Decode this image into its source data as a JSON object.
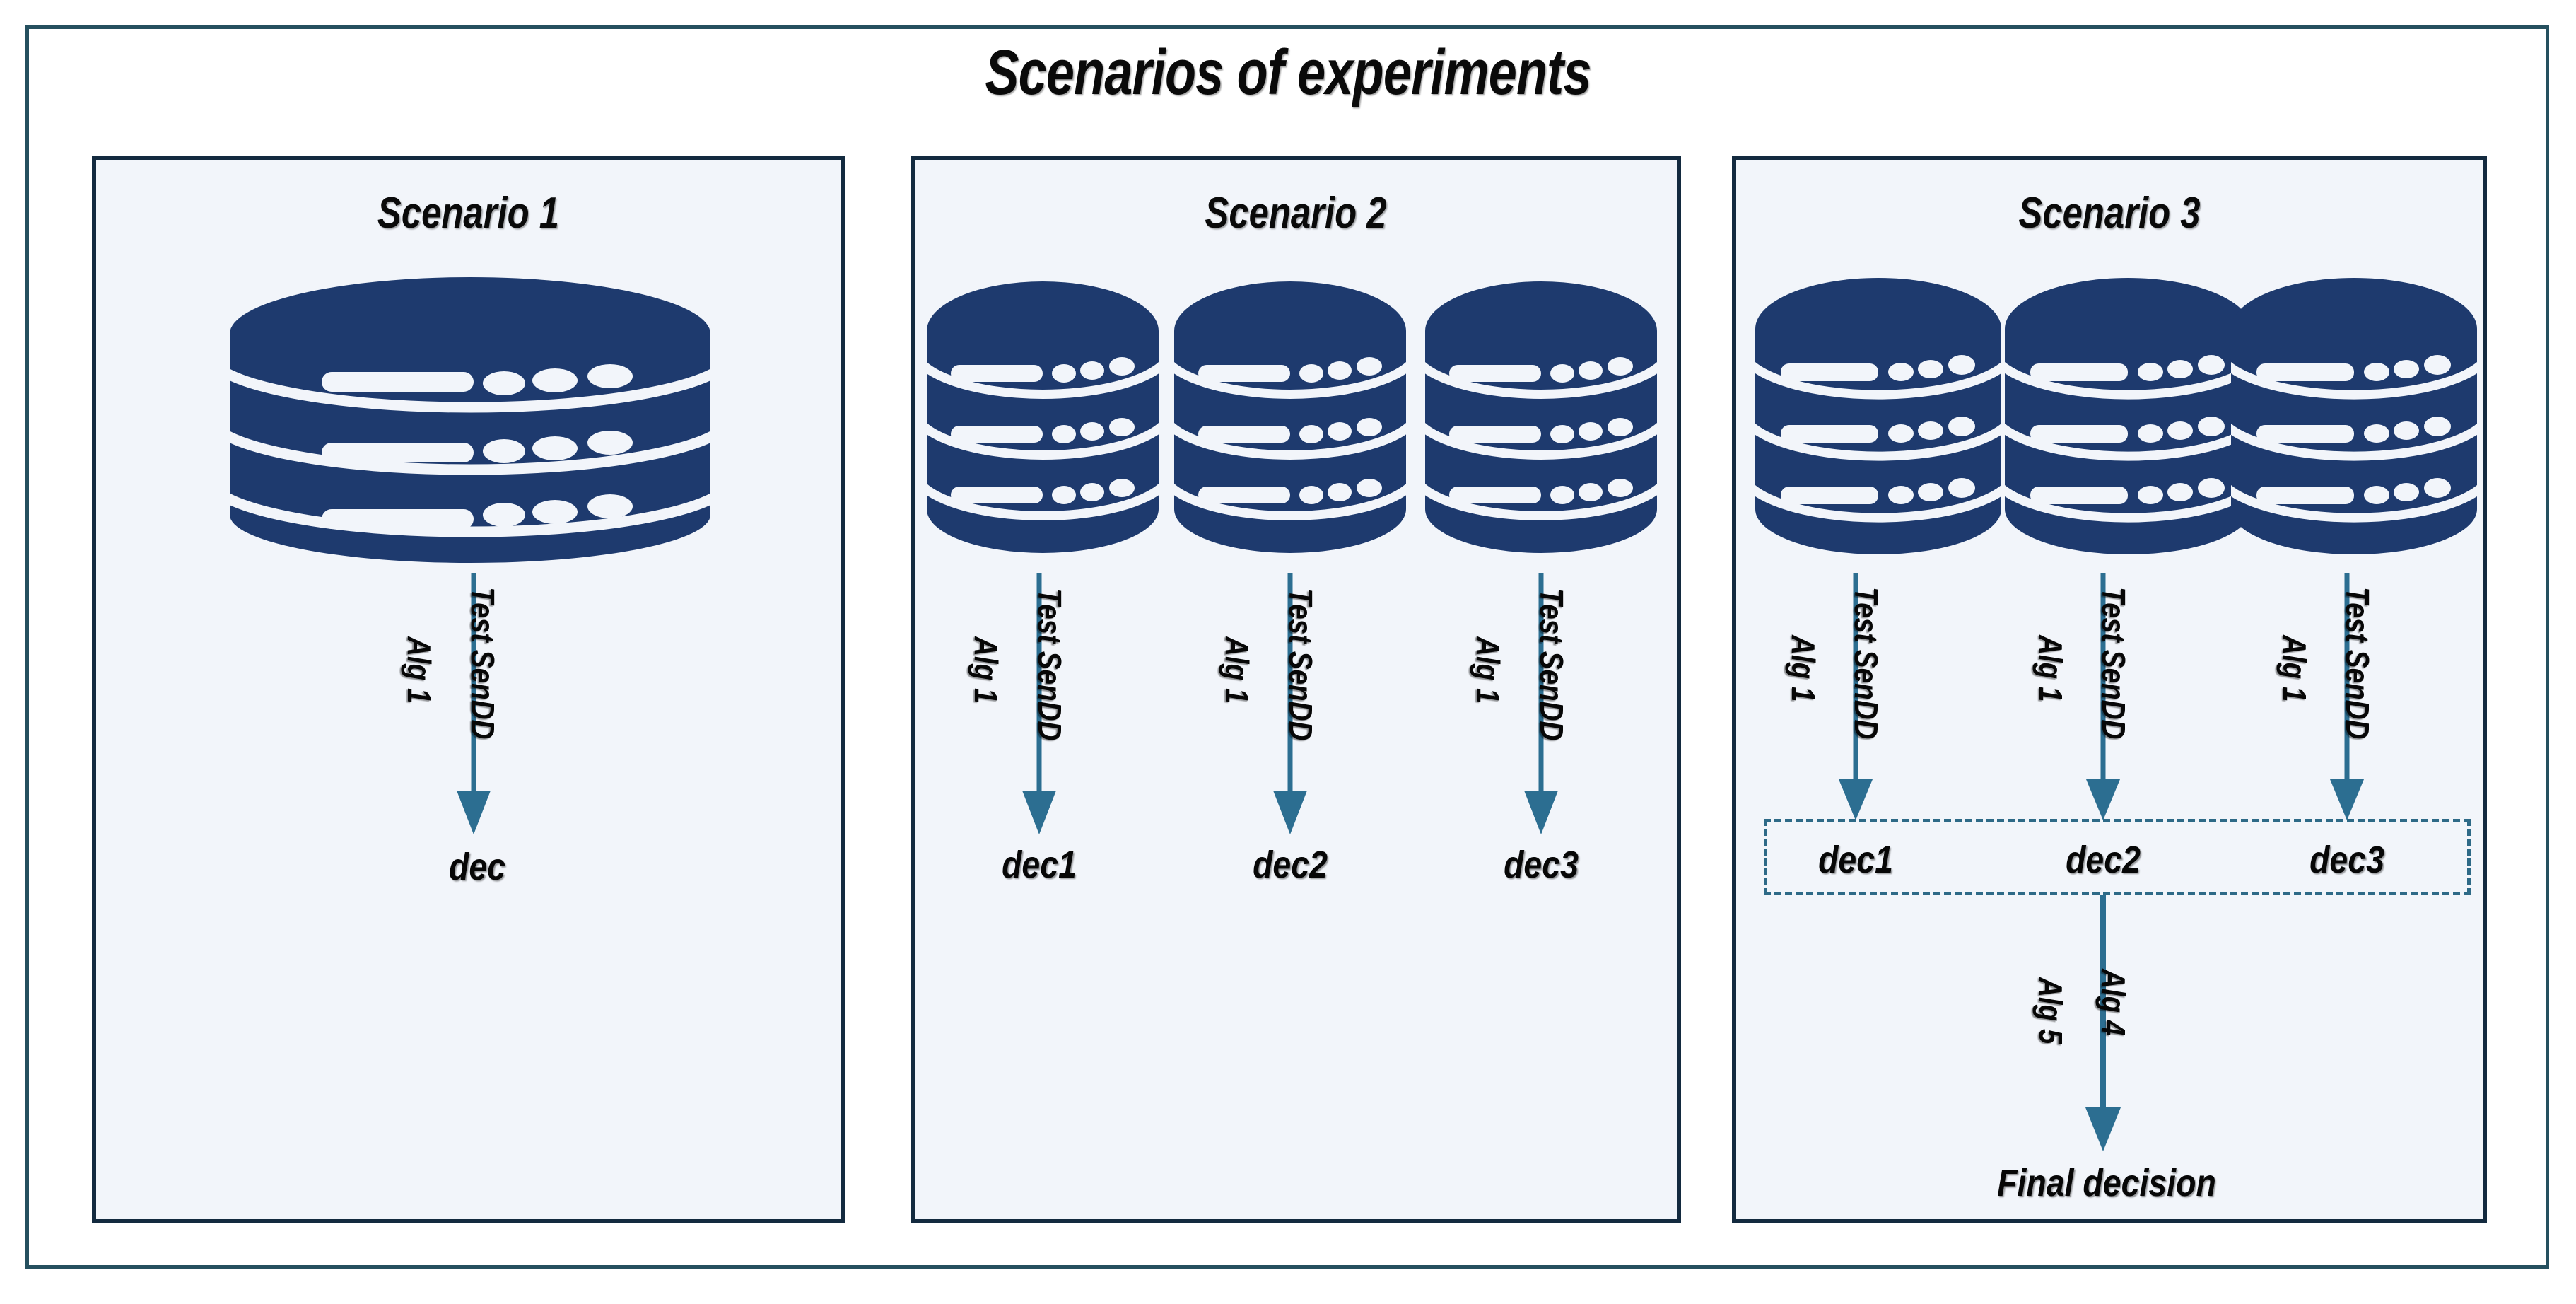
{
  "title": "Scenarios of experiments",
  "colors": {
    "outer_frame_border": "#25505f",
    "panel_border": "#132a3f",
    "panel_background": "#f2f5fa",
    "database_fill": "#1e3a6e",
    "arrow": "#2c6e91",
    "dashed_box_border": "#2e6a87",
    "text": "#070707"
  },
  "scenarios": [
    {
      "title": "Scenario 1",
      "databases": 1,
      "icon": "database-icon",
      "edges": [
        {
          "left_label": "Alg 1",
          "right_label": "Test SenDD",
          "target": "dec"
        }
      ],
      "decisions": [
        "dec"
      ]
    },
    {
      "title": "Scenario 2",
      "databases": 3,
      "icon": "database-icon",
      "edges": [
        {
          "left_label": "Alg 1",
          "right_label": "Test SenDD",
          "target": "dec1"
        },
        {
          "left_label": "Alg 1",
          "right_label": "Test SenDD",
          "target": "dec2"
        },
        {
          "left_label": "Alg 1",
          "right_label": "Test SenDD",
          "target": "dec3"
        }
      ],
      "decisions": [
        "dec1",
        "dec2",
        "dec3"
      ]
    },
    {
      "title": "Scenario 3",
      "databases": 3,
      "icon": "database-icon",
      "edges": [
        {
          "left_label": "Alg 1",
          "right_label": "Test SenDD",
          "target": "dec1"
        },
        {
          "left_label": "Alg 1",
          "right_label": "Test SenDD",
          "target": "dec2"
        },
        {
          "left_label": "Alg 1",
          "right_label": "Test SenDD",
          "target": "dec3"
        }
      ],
      "decisions": [
        "dec1",
        "dec2",
        "dec3"
      ],
      "aggregation": {
        "grouped": true,
        "final_edge": {
          "left_label": "Alg 5",
          "right_label": "Alg 4"
        },
        "final_node": "Final decision"
      }
    }
  ]
}
